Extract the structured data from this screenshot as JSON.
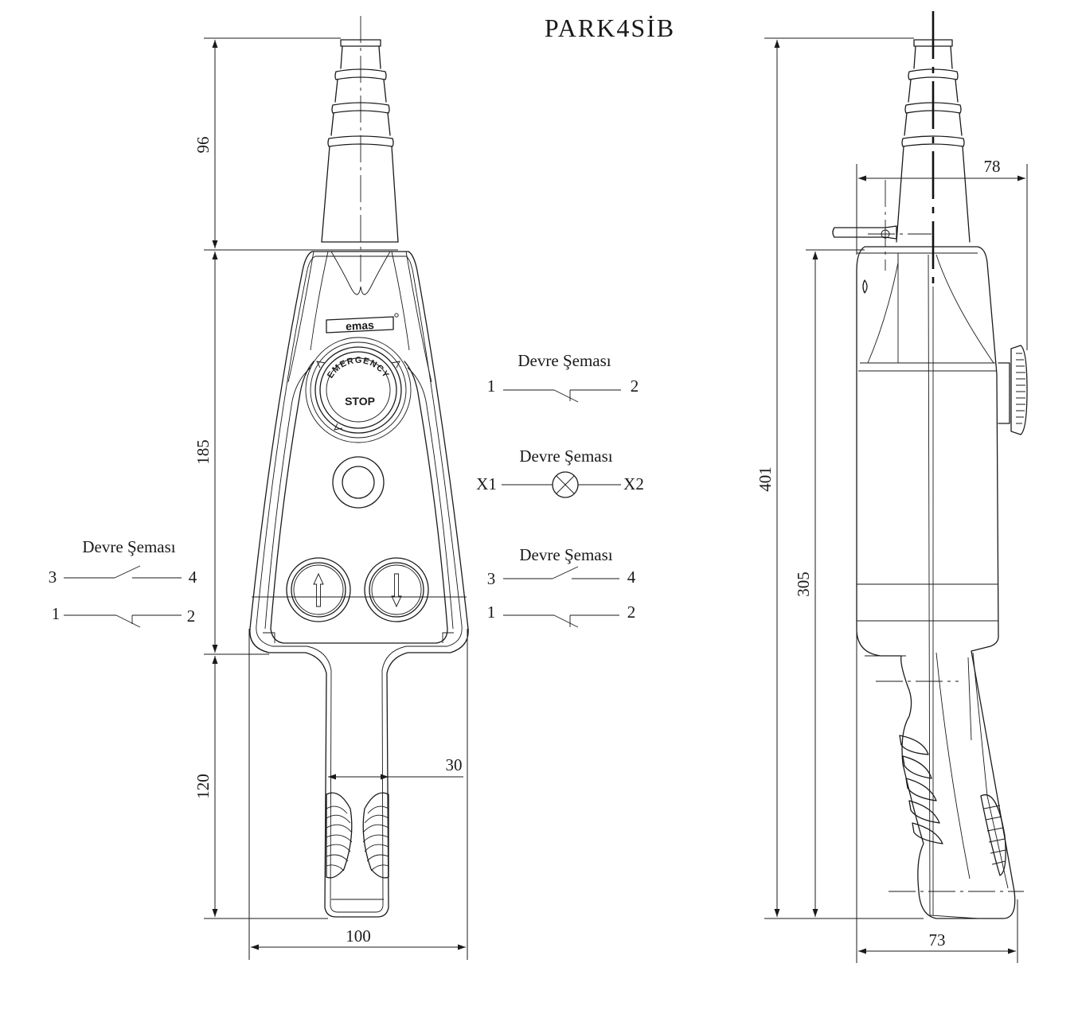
{
  "title": "PARK4SİB",
  "brand_logo": "emas",
  "estop": {
    "ring_text": "EMERGENCY",
    "center_text": "STOP"
  },
  "dimensions": {
    "top_96": "96",
    "mid_185": "185",
    "bot_120": "120",
    "width_100": "100",
    "grip_30": "30",
    "side_401": "401",
    "side_305": "305",
    "side_78": "78",
    "side_73": "73"
  },
  "schematics": {
    "estop": {
      "label": "Devre Şeması",
      "t_left": "1",
      "t_right": "2"
    },
    "lamp": {
      "label": "Devre Şeması",
      "t_left": "X1",
      "t_right": "X2"
    },
    "left": {
      "label": "Devre Şeması",
      "no_left": "3",
      "no_right": "4",
      "nc_left": "1",
      "nc_right": "2"
    },
    "right": {
      "label": "Devre Şeması",
      "no_left": "3",
      "no_right": "4",
      "nc_left": "1",
      "nc_right": "2"
    }
  },
  "icons": [
    "emergency-stop-icon",
    "indicator-lamp-icon",
    "arrow-up-icon",
    "arrow-down-icon",
    "lamp-cross-icon"
  ]
}
